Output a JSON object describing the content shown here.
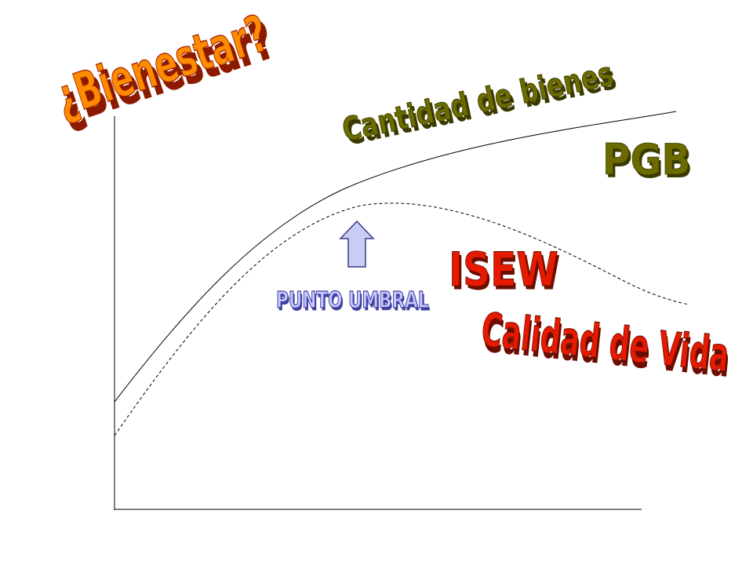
{
  "title": "¿Bienestar?",
  "labels": {
    "goods_quantity": "Cantidad de bienes",
    "pgb": "PGB",
    "isew": "ISEW",
    "threshold": "PUNTO UMBRAL",
    "quality_of_life": "Calidad de Vida"
  },
  "colors": {
    "title_fill": "#ff8c00",
    "title_shadow": "#8b1a00",
    "olive_fill": "#6b6b00",
    "olive_shadow": "#3a3a00",
    "red_fill": "#e61a00",
    "red_shadow": "#6b0d00",
    "threshold_fill": "#c8c8ff",
    "threshold_stroke": "#4040a0",
    "arrow_fill": "#c9cdf5",
    "arrow_stroke": "#3a3a8a",
    "axis": "#000000"
  },
  "icons": {
    "threshold_arrow": "up-arrow-icon"
  }
}
